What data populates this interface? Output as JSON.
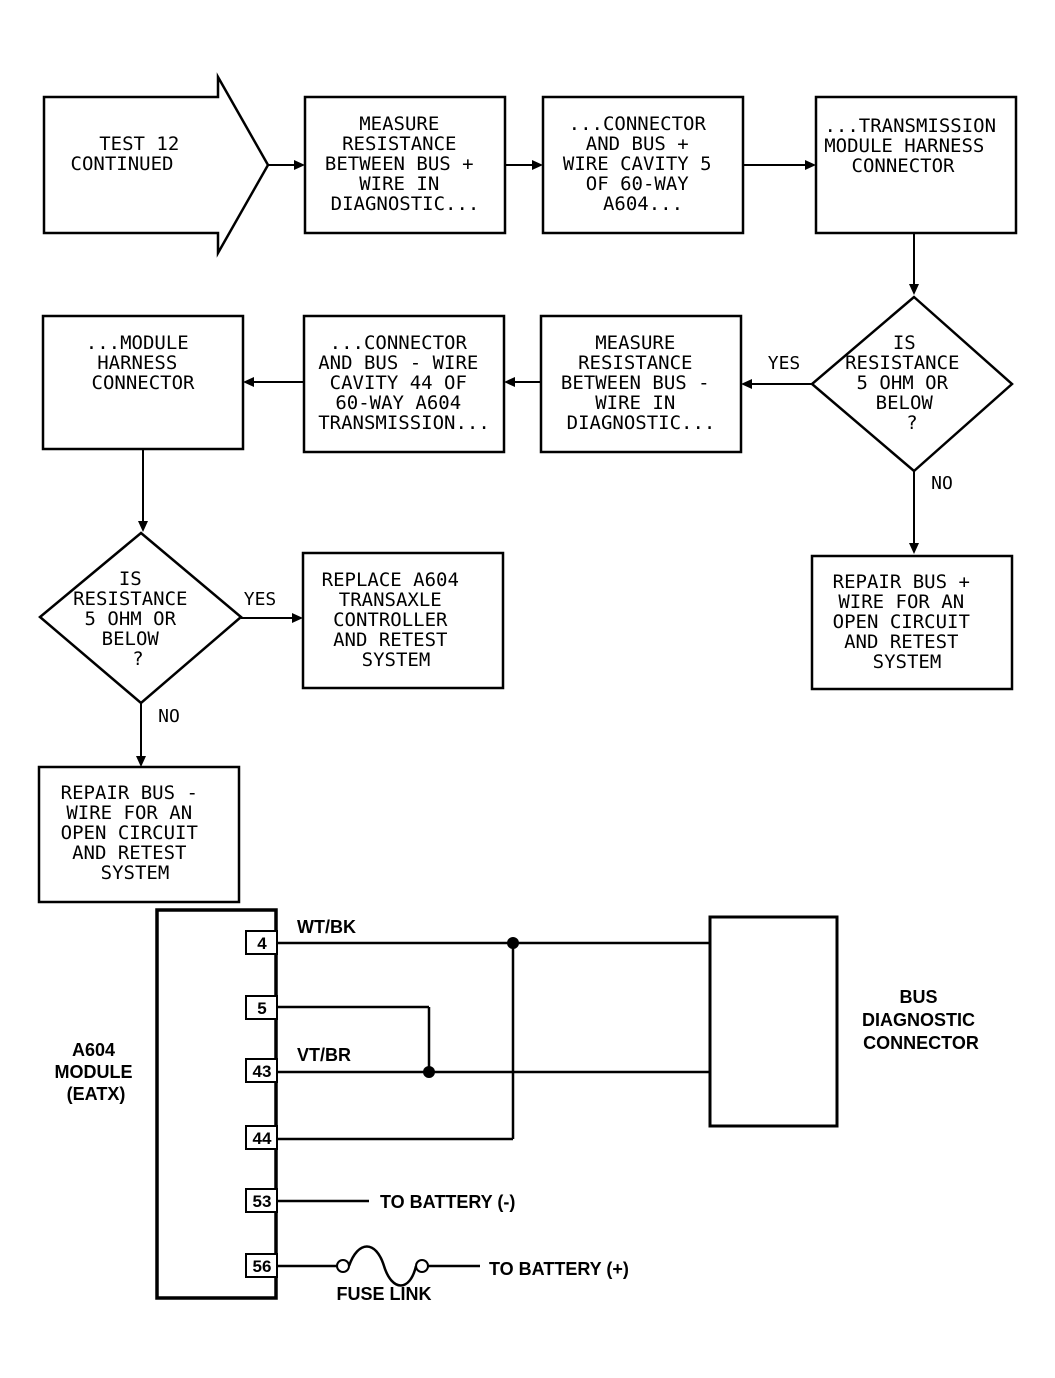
{
  "flowchart": {
    "start": [
      "TEST 12",
      "CONTINUED"
    ],
    "measure_plus": [
      "MEASURE",
      "RESISTANCE",
      "BETWEEN BUS +",
      "WIRE IN",
      "DIAGNOSTIC..."
    ],
    "connector_plus": [
      "...CONNECTOR",
      "AND BUS +",
      "WIRE CAVITY 5",
      "OF 60-WAY",
      "A604..."
    ],
    "tm_harness": [
      "...TRANSMISSION",
      "MODULE HARNESS",
      "CONNECTOR"
    ],
    "decision1": [
      "IS",
      "RESISTANCE",
      "5 OHM OR",
      "BELOW",
      "?"
    ],
    "measure_minus": [
      "MEASURE",
      "RESISTANCE",
      "BETWEEN BUS -",
      "WIRE IN",
      "DIAGNOSTIC..."
    ],
    "connector_minus": [
      "...CONNECTOR",
      "AND BUS - WIRE",
      "CAVITY 44 OF",
      "60-WAY A604",
      "TRANSMISSION..."
    ],
    "module_harness": [
      "...MODULE",
      "HARNESS",
      "CONNECTOR"
    ],
    "decision2": [
      "IS",
      "RESISTANCE",
      "5 OHM OR",
      "BELOW",
      "?"
    ],
    "replace_a604": [
      "REPLACE A604",
      "TRANSAXLE",
      "CONTROLLER",
      "AND RETEST",
      "SYSTEM"
    ],
    "repair_plus": [
      "REPAIR BUS +",
      "WIRE FOR AN",
      "OPEN CIRCUIT",
      "AND RETEST",
      "SYSTEM"
    ],
    "repair_minus": [
      "REPAIR BUS -",
      "WIRE FOR AN",
      "OPEN CIRCUIT",
      "AND RETEST",
      "SYSTEM"
    ],
    "yes_label": "YES",
    "no_label": "NO"
  },
  "wiring": {
    "module_label": [
      "A604",
      "MODULE",
      "(EATX)"
    ],
    "pins": {
      "p4": "4",
      "p5": "5",
      "p43": "43",
      "p44": "44",
      "p53": "53",
      "p56": "56"
    },
    "wire_wtbk": "WT/BK",
    "wire_vtbr": "VT/BR",
    "bus_connector_label": [
      "BUS",
      "DIAGNOSTIC",
      "CONNECTOR"
    ],
    "to_battery_neg": "TO BATTERY (-)",
    "to_battery_pos": "TO BATTERY (+)",
    "fuse_link": "FUSE LINK"
  }
}
